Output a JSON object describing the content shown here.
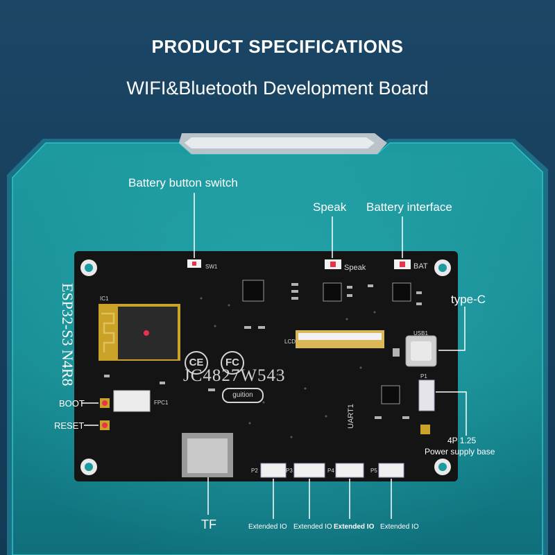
{
  "header": {
    "title": "PRODUCT SPECIFICATIONS",
    "subtitle": "WIFI&Bluetooth Development Board"
  },
  "labels": {
    "battery_button_switch": "Battery button switch",
    "speak": "Speak",
    "battery_interface": "Battery interface",
    "type_c": "type-C",
    "module": "ESP32-S3 N4R8",
    "boot": "BOOT",
    "reset": "RESET",
    "power_base_line1": "4P 1.25",
    "power_base_line2": "Power supply base",
    "tf": "TF",
    "extended_io": [
      "Extended IO",
      "Extended IO",
      "Extended IO",
      "Extended IO"
    ]
  },
  "board": {
    "model": "JC4827W543",
    "logo": "guition",
    "marks": [
      "CE",
      "FC"
    ],
    "silk": {
      "sw1": "SW1",
      "speak": "Speak",
      "bat": "BAT",
      "usb1": "USB1",
      "uart1": "UART1",
      "lcd": "LCD",
      "ic1": "IC1",
      "fpc1": "FPC1",
      "p1": "P1",
      "p2": "P2",
      "p3": "P3",
      "p4": "P4",
      "p5": "P5"
    }
  },
  "colors": {
    "background": "#17405e",
    "panel": "#1a8f96",
    "pcb": "#141414",
    "accent": "#e8334a"
  }
}
